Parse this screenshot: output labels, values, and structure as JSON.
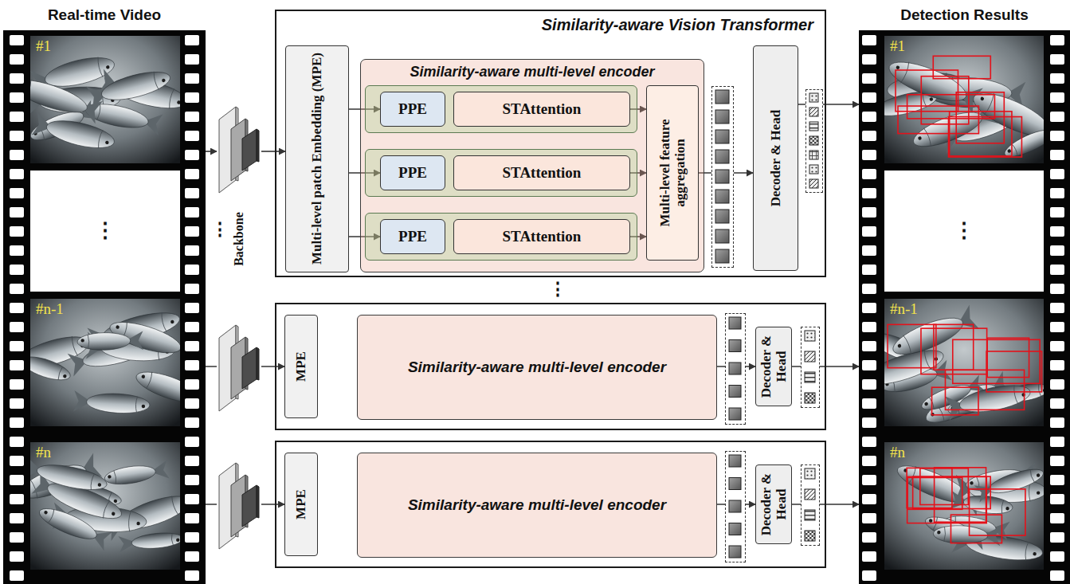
{
  "diagram": {
    "nodes": [
      {
        "text": [
          "Real-time Video"
        ]
      },
      {
        "text": [
          "#1"
        ],
        "in": 0
      },
      {
        "text": [
          "#n-1"
        ],
        "in": 0
      },
      {
        "text": [
          "#n"
        ],
        "in": 0
      },
      {
        "text": [
          "Backbone"
        ]
      },
      {
        "text": [
          "Similarity-aware Vision Transformer"
        ]
      },
      {
        "text": [
          "Multi-level patch Embedding (MPE)"
        ],
        "in": 5
      },
      {
        "text": [
          "Similarity-aware multi-level encoder"
        ],
        "in": 5
      },
      {
        "text": [
          "PPE"
        ],
        "in": 7
      },
      {
        "text": [
          "STAttention"
        ],
        "in": 7
      },
      {
        "text": [
          "PPE"
        ],
        "in": 7
      },
      {
        "text": [
          "STAttention"
        ],
        "in": 7
      },
      {
        "text": [
          "PPE"
        ],
        "in": 7
      },
      {
        "text": [
          "STAttention"
        ],
        "in": 7
      },
      {
        "text": [
          "Multi-level feature aggregation"
        ],
        "in": 7
      },
      {
        "text": [
          "Decoder & Head"
        ],
        "in": 5
      },
      {
        "text": [
          "MPE"
        ]
      },
      {
        "text": [
          "Similarity-aware multi-level encoder"
        ]
      },
      {
        "text": [
          "Decoder & Head"
        ]
      },
      {
        "text": [
          "MPE"
        ]
      },
      {
        "text": [
          "Similarity-aware multi-level encoder"
        ]
      },
      {
        "text": [
          "Decoder & Head"
        ]
      },
      {
        "text": [
          "Detection Results"
        ]
      },
      {
        "text": [
          "#1"
        ],
        "in": 22
      },
      {
        "text": [
          "#n-1"
        ],
        "in": 22
      },
      {
        "text": [
          "#n"
        ],
        "in": 22
      }
    ],
    "edges": [
      {
        "from": 1,
        "to": 4,
        "arrow": "to"
      },
      {
        "from": 4,
        "to": 6,
        "arrow": "to"
      },
      {
        "from": 6,
        "to": 8,
        "arrow": "to"
      },
      {
        "from": 6,
        "to": 10,
        "arrow": "to"
      },
      {
        "from": 6,
        "to": 12,
        "arrow": "to"
      },
      {
        "from": 9,
        "to": 14,
        "arrow": "to"
      },
      {
        "from": 11,
        "to": 14,
        "arrow": "to"
      },
      {
        "from": 13,
        "to": 14,
        "arrow": "to"
      },
      {
        "from": 14,
        "to": 15,
        "arrow": "to"
      },
      {
        "from": 15,
        "to": 23,
        "arrow": "to"
      },
      {
        "from": 2,
        "to": 16,
        "arrow": "to"
      },
      {
        "from": 17,
        "to": 18,
        "arrow": "to"
      },
      {
        "from": 18,
        "to": 24,
        "arrow": "to"
      },
      {
        "from": 3,
        "to": 19,
        "arrow": "to"
      },
      {
        "from": 20,
        "to": 21,
        "arrow": "to"
      },
      {
        "from": 21,
        "to": 25,
        "arrow": "to"
      }
    ],
    "labels": [
      "⋮",
      "⋮",
      "⋮",
      "⋮"
    ]
  }
}
